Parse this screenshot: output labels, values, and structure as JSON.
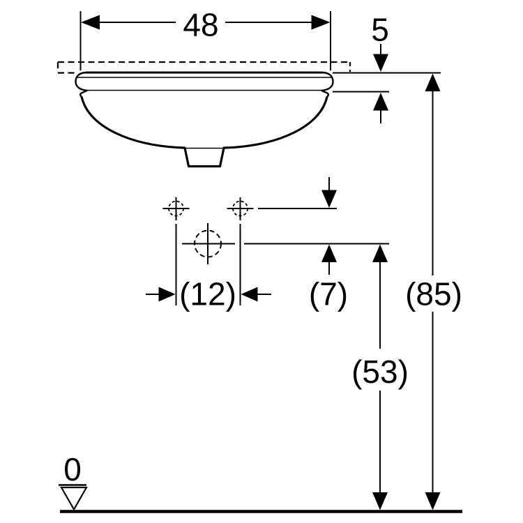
{
  "drawing": {
    "kind": "washbasin undercounter front elevation technical drawing",
    "background_color": "#ffffff",
    "line_color": "#000000",
    "dimensions": {
      "basin_width": "48",
      "rim_height": "5",
      "tap_hole_spacing": "(12)",
      "tap_to_drain_offset": "(7)",
      "rim_above_floor": "(85)",
      "drain_above_floor": "(53)",
      "floor_level": "0"
    }
  }
}
